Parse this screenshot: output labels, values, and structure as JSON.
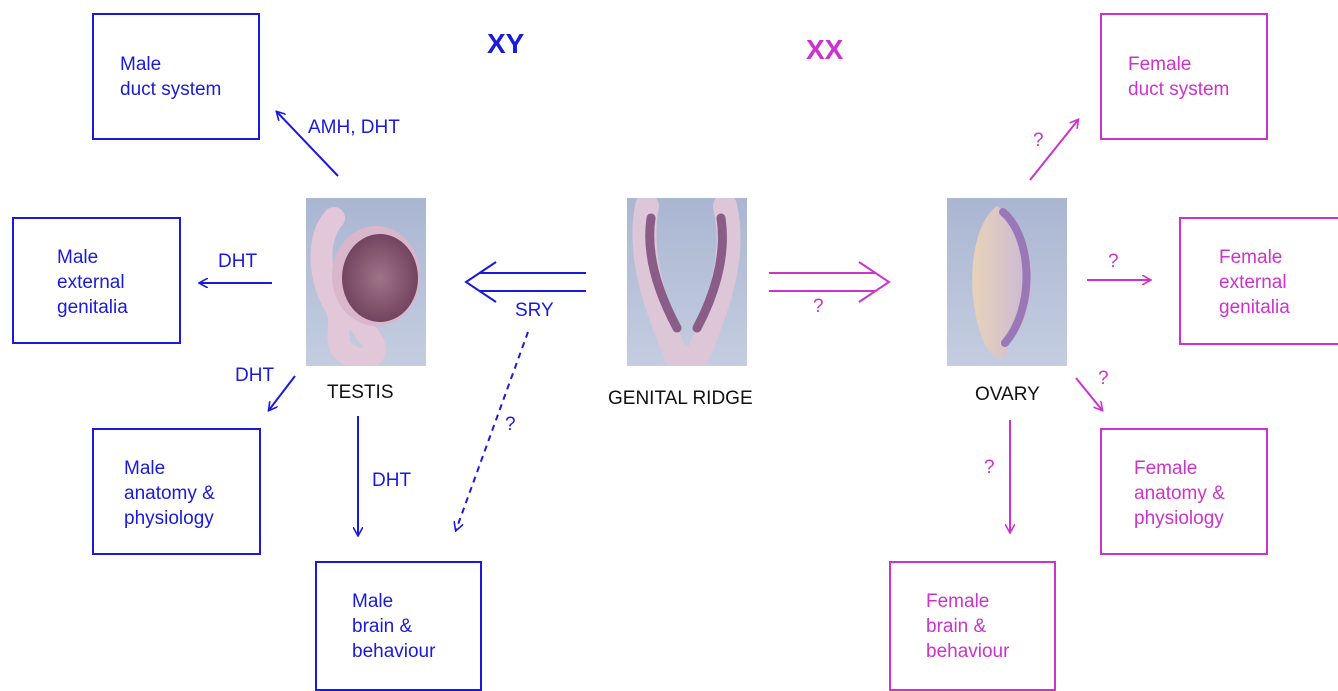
{
  "titles": {
    "male": "XY",
    "female": "XX"
  },
  "colors": {
    "male": "#1a1adc",
    "female": "#cc33cc"
  },
  "organs": {
    "testis": "TESTIS",
    "genital_ridge": "GENITAL RIDGE",
    "ovary": "OVARY"
  },
  "male_boxes": {
    "duct": "Male\nduct system",
    "genitalia": "Male\nexternal\ngenitalia",
    "anatomy": "Male\nanatomy &\nphysiology",
    "brain": "Male\nbrain &\nbehaviour"
  },
  "female_boxes": {
    "duct": "Female\nduct system",
    "genitalia": "Female\nexternal\ngenitalia",
    "anatomy": "Female\nanatomy &\nphysiology",
    "brain": "Female\nbrain &\nbehaviour"
  },
  "male_labels": {
    "amh_dht": "AMH, DHT",
    "dht_genitalia": "DHT",
    "dht_anatomy": "DHT",
    "dht_brain": "DHT",
    "sry": "SRY",
    "sry_brain_q": "?"
  },
  "female_labels": {
    "ridge_q": "?",
    "duct_q": "?",
    "genitalia_q": "?",
    "anatomy_q": "?",
    "brain_q": "?"
  }
}
